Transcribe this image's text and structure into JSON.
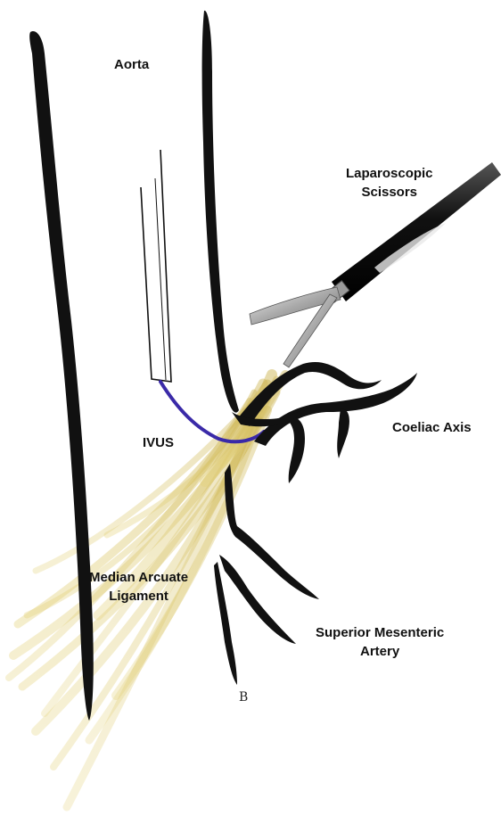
{
  "labels": {
    "aorta": "Aorta",
    "scissors_line1": "Laparoscopic",
    "scissors_line2": "Scissors",
    "ivus": "IVUS",
    "coeliac": "Coeliac Axis",
    "mal_line1": "Median Arcuate",
    "mal_line2": "Ligament",
    "sma_line1": "Superior Mesenteric",
    "sma_line2": "Artery"
  },
  "signature": "B",
  "colors": {
    "vessel_outline": "#111111",
    "ivus_catheter": "#3a2aa8",
    "ligament": "#d8c35a",
    "instrument_steel": "#c9c9c9",
    "instrument_shaft": "#1a1a1a"
  },
  "icons": [
    "scissors-instrument",
    "ivus-catheter",
    "ligament-fibers"
  ]
}
